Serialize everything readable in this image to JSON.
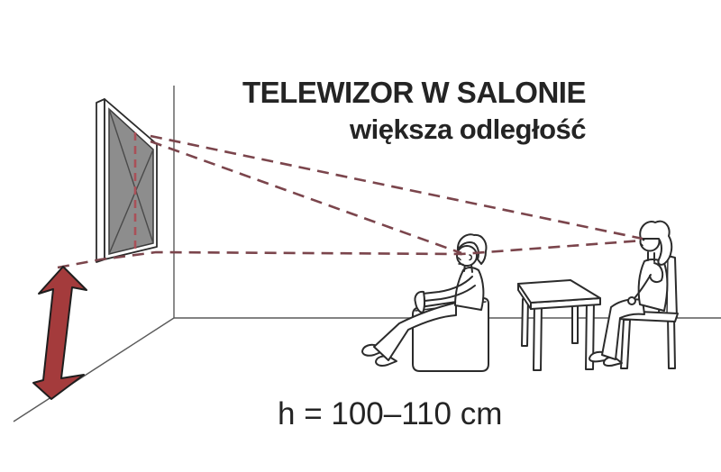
{
  "header": {
    "title": "TELEWIZOR W SALONIE",
    "subtitle": "większa odległość"
  },
  "footer": {
    "height_label": "h = 100–110 cm"
  },
  "colors": {
    "background": "#ffffff",
    "text": "#242424",
    "line_art": "#2b2b2b",
    "room_line": "#5a5a5a",
    "tv_screen": "#8d8d8d",
    "sight_line": "#7b454c",
    "center_guide_line": "#aa5058",
    "arrow_fill": "#a43b3c"
  },
  "icons": {
    "height_arrow": "double-headed-vertical-arrow"
  }
}
